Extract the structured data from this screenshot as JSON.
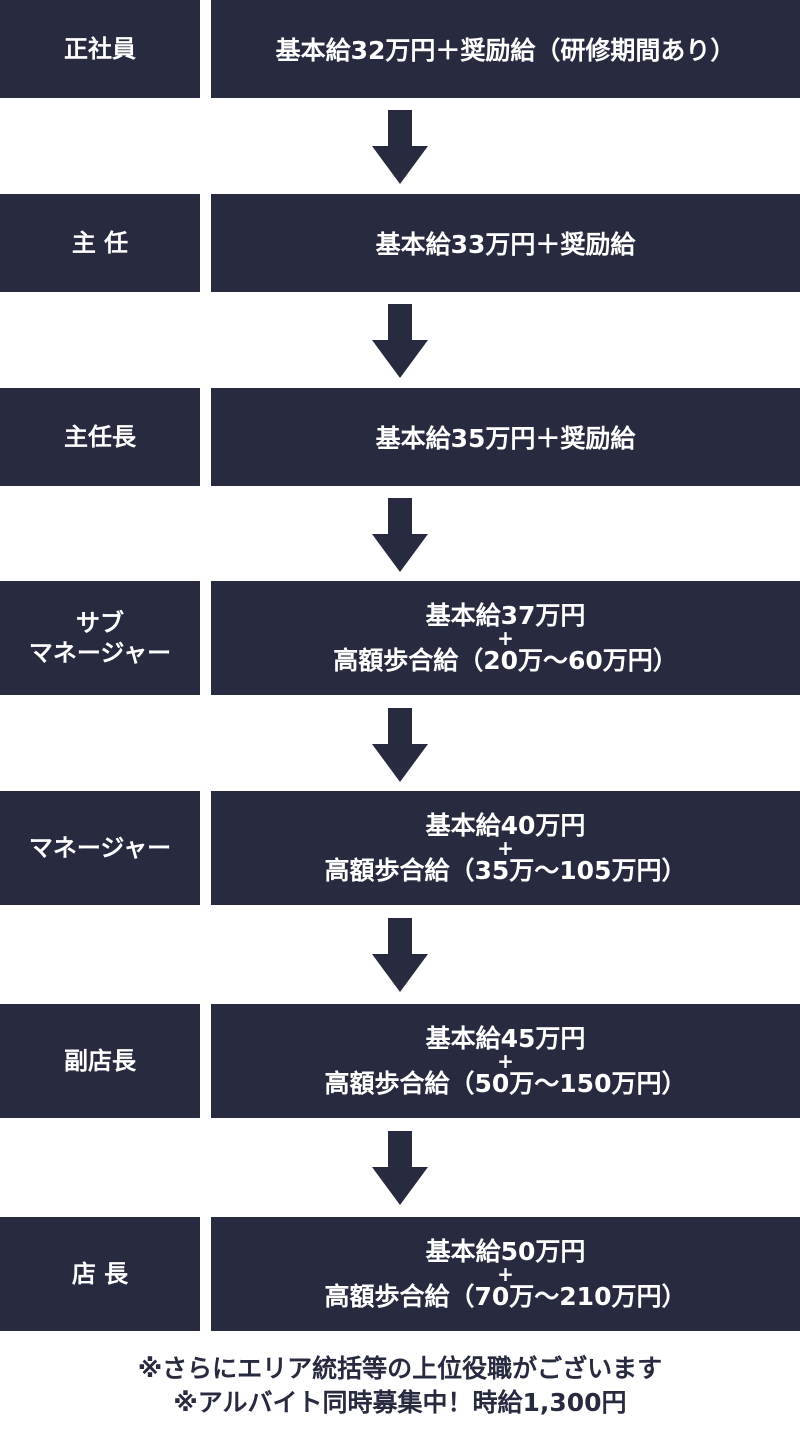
{
  "steps": [
    {
      "title": "正社員",
      "lines": [
        "基本給32万円＋奨励給（研修期間あり）"
      ]
    },
    {
      "title": "主 任",
      "lines": [
        "基本給33万円＋奨励給"
      ]
    },
    {
      "title": "主任長",
      "lines": [
        "基本給35万円＋奨励給"
      ]
    },
    {
      "title": "サブ\nマネージャー",
      "lines": [
        "基本給37万円",
        "+",
        "高額歩合給（20万〜60万円）"
      ]
    },
    {
      "title": "マネージャー",
      "lines": [
        "基本給40万円",
        "+",
        "高額歩合給（35万〜105万円）"
      ]
    },
    {
      "title": "副店長",
      "lines": [
        "基本給45万円",
        "+",
        "高額歩合給（50万〜150万円）"
      ]
    },
    {
      "title": "店 長",
      "lines": [
        "基本給50万円",
        "+",
        "高額歩合給（70万〜210万円）"
      ]
    }
  ],
  "notes": [
    "※さらにエリア統括等の上位役職がございます",
    "※アルバイト同時募集中！時給1,300円"
  ],
  "colors": {
    "box": "#282b40",
    "box_text": "#ffffff",
    "note_text": "#282b40",
    "arrow": "#282b40"
  },
  "icons": {
    "arrow": "arrow-down-icon"
  }
}
